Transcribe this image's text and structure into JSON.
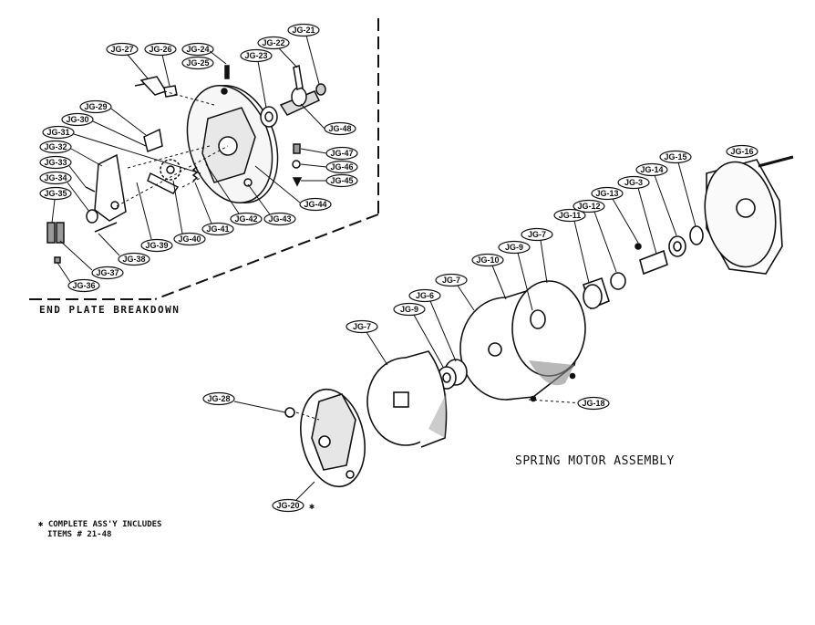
{
  "captions": {
    "end_plate": "END PLATE BREAKDOWN",
    "assembly": "SPRING MOTOR ASSEMBLY",
    "footnote_line1": "✱ COMPLETE ASS'Y INCLUDES",
    "footnote_line2": "ITEMS # 21-48",
    "asterisk": "✱"
  },
  "labels": {
    "jg27": "JG-27",
    "jg26": "JG-26",
    "jg24": "JG-24",
    "jg25": "JG-25",
    "jg23": "JG-23",
    "jg22": "JG-22",
    "jg21": "JG-21",
    "jg48": "JG-48",
    "jg29": "JG-29",
    "jg30": "JG-30",
    "jg31": "JG-31",
    "jg32": "JG-32",
    "jg33": "JG-33",
    "jg34": "JG-34",
    "jg35": "JG-35",
    "jg37": "JG-37",
    "jg36": "JG-36",
    "jg38": "JG-38",
    "jg39": "JG-39",
    "jg40": "JG-40",
    "jg41": "JG-41",
    "jg42": "JG-42",
    "jg43": "JG-43",
    "jg44": "JG-44",
    "jg45": "JG-45",
    "jg46": "JG-46",
    "jg47": "JG-47",
    "jg16": "JG-16",
    "jg15": "JG-15",
    "jg14": "JG-14",
    "jg3": "JG-3",
    "jg13": "JG-13",
    "jg12": "JG-12",
    "jg11": "JG-11",
    "jg7a": "JG-7",
    "jg9a": "JG-9",
    "jg10": "JG-10",
    "jg7b": "JG-7",
    "jg6": "JG-6",
    "jg9b": "JG-9",
    "jg7c": "JG-7",
    "jg18": "JG-18",
    "jg28": "JG-28",
    "jg20": "JG-20"
  }
}
